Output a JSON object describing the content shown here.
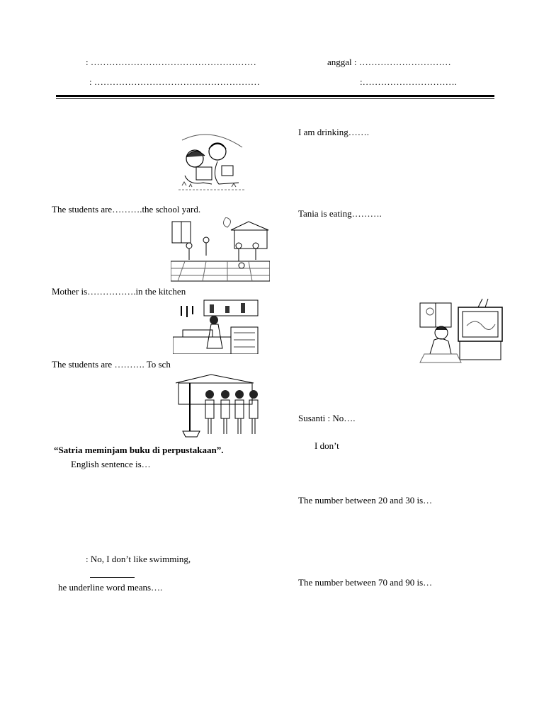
{
  "header": {
    "left_line1": ": ………………………………………………",
    "left_line2": ": ………………………………………………",
    "right_line1": "anggal : …………………………",
    "right_line2": ":…………………………."
  },
  "left_column": {
    "q1": "The students are……….the school yard.",
    "q2": "Mother is…………….in the kitchen",
    "q3": "The students are ………. To sch",
    "q4_quote": "“Satria meminjam buku di perpustakaan”.",
    "q4_sub": "English sentence is…",
    "q5_line": ": No, I don’t like swimming,",
    "q5_sub": "he underline word means…."
  },
  "right_column": {
    "q1": "I am drinking…….",
    "q2": "Tania is eating……….",
    "q3_line1": "Susanti : No….",
    "q3_line2": "I don’t",
    "q4": "The number between 20 and 30 is…",
    "q5": "The number between 70 and 90 is…"
  },
  "images": {
    "children_reading": "children-reading-illustration",
    "students_cleaning": "students-cleaning-yard-illustration",
    "mother_cooking": "mother-cooking-kitchen-illustration",
    "students_walking": "students-walking-to-school-illustration",
    "child_watching_tv": "child-watching-tv-illustration"
  }
}
